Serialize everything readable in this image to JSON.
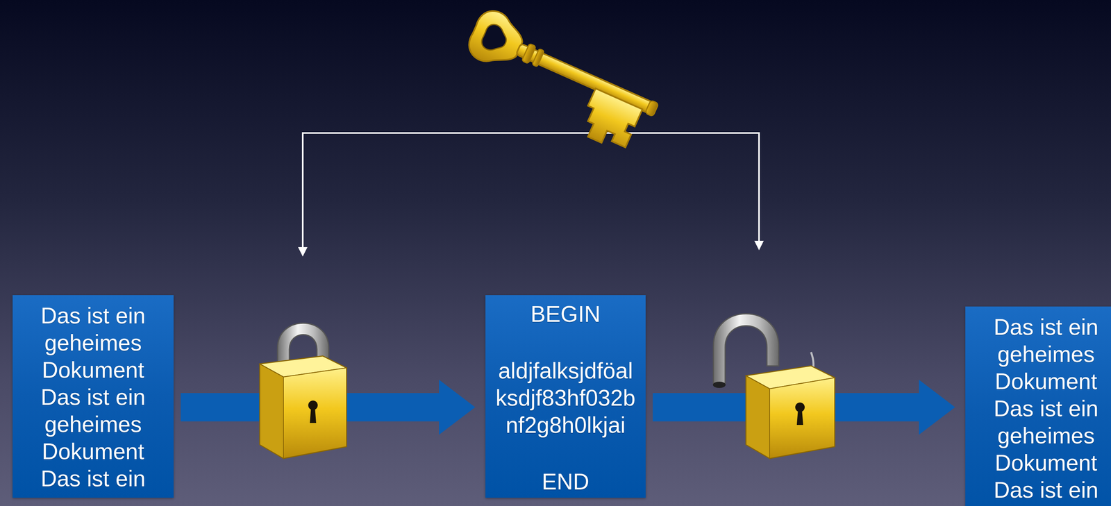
{
  "diagram": {
    "nodes": [
      {
        "text": [
          "Das ist ein geheimes Dokument Das ist ein geheimes Dokument Das ist ein"
        ]
      },
      {
        "text": [
          "BEGIN",
          "aldjfalksjdföal ksdjf83hf032b nf2g8h0lkjai",
          "END"
        ]
      },
      {
        "text": [
          "Das ist ein geheimes Dokument Das ist ein geheimes Dokument Das ist ein"
        ]
      }
    ],
    "edges": [
      {
        "from": 0,
        "to": 1,
        "arrow": "to"
      },
      {
        "from": 1,
        "to": 2,
        "arrow": "to"
      }
    ]
  }
}
